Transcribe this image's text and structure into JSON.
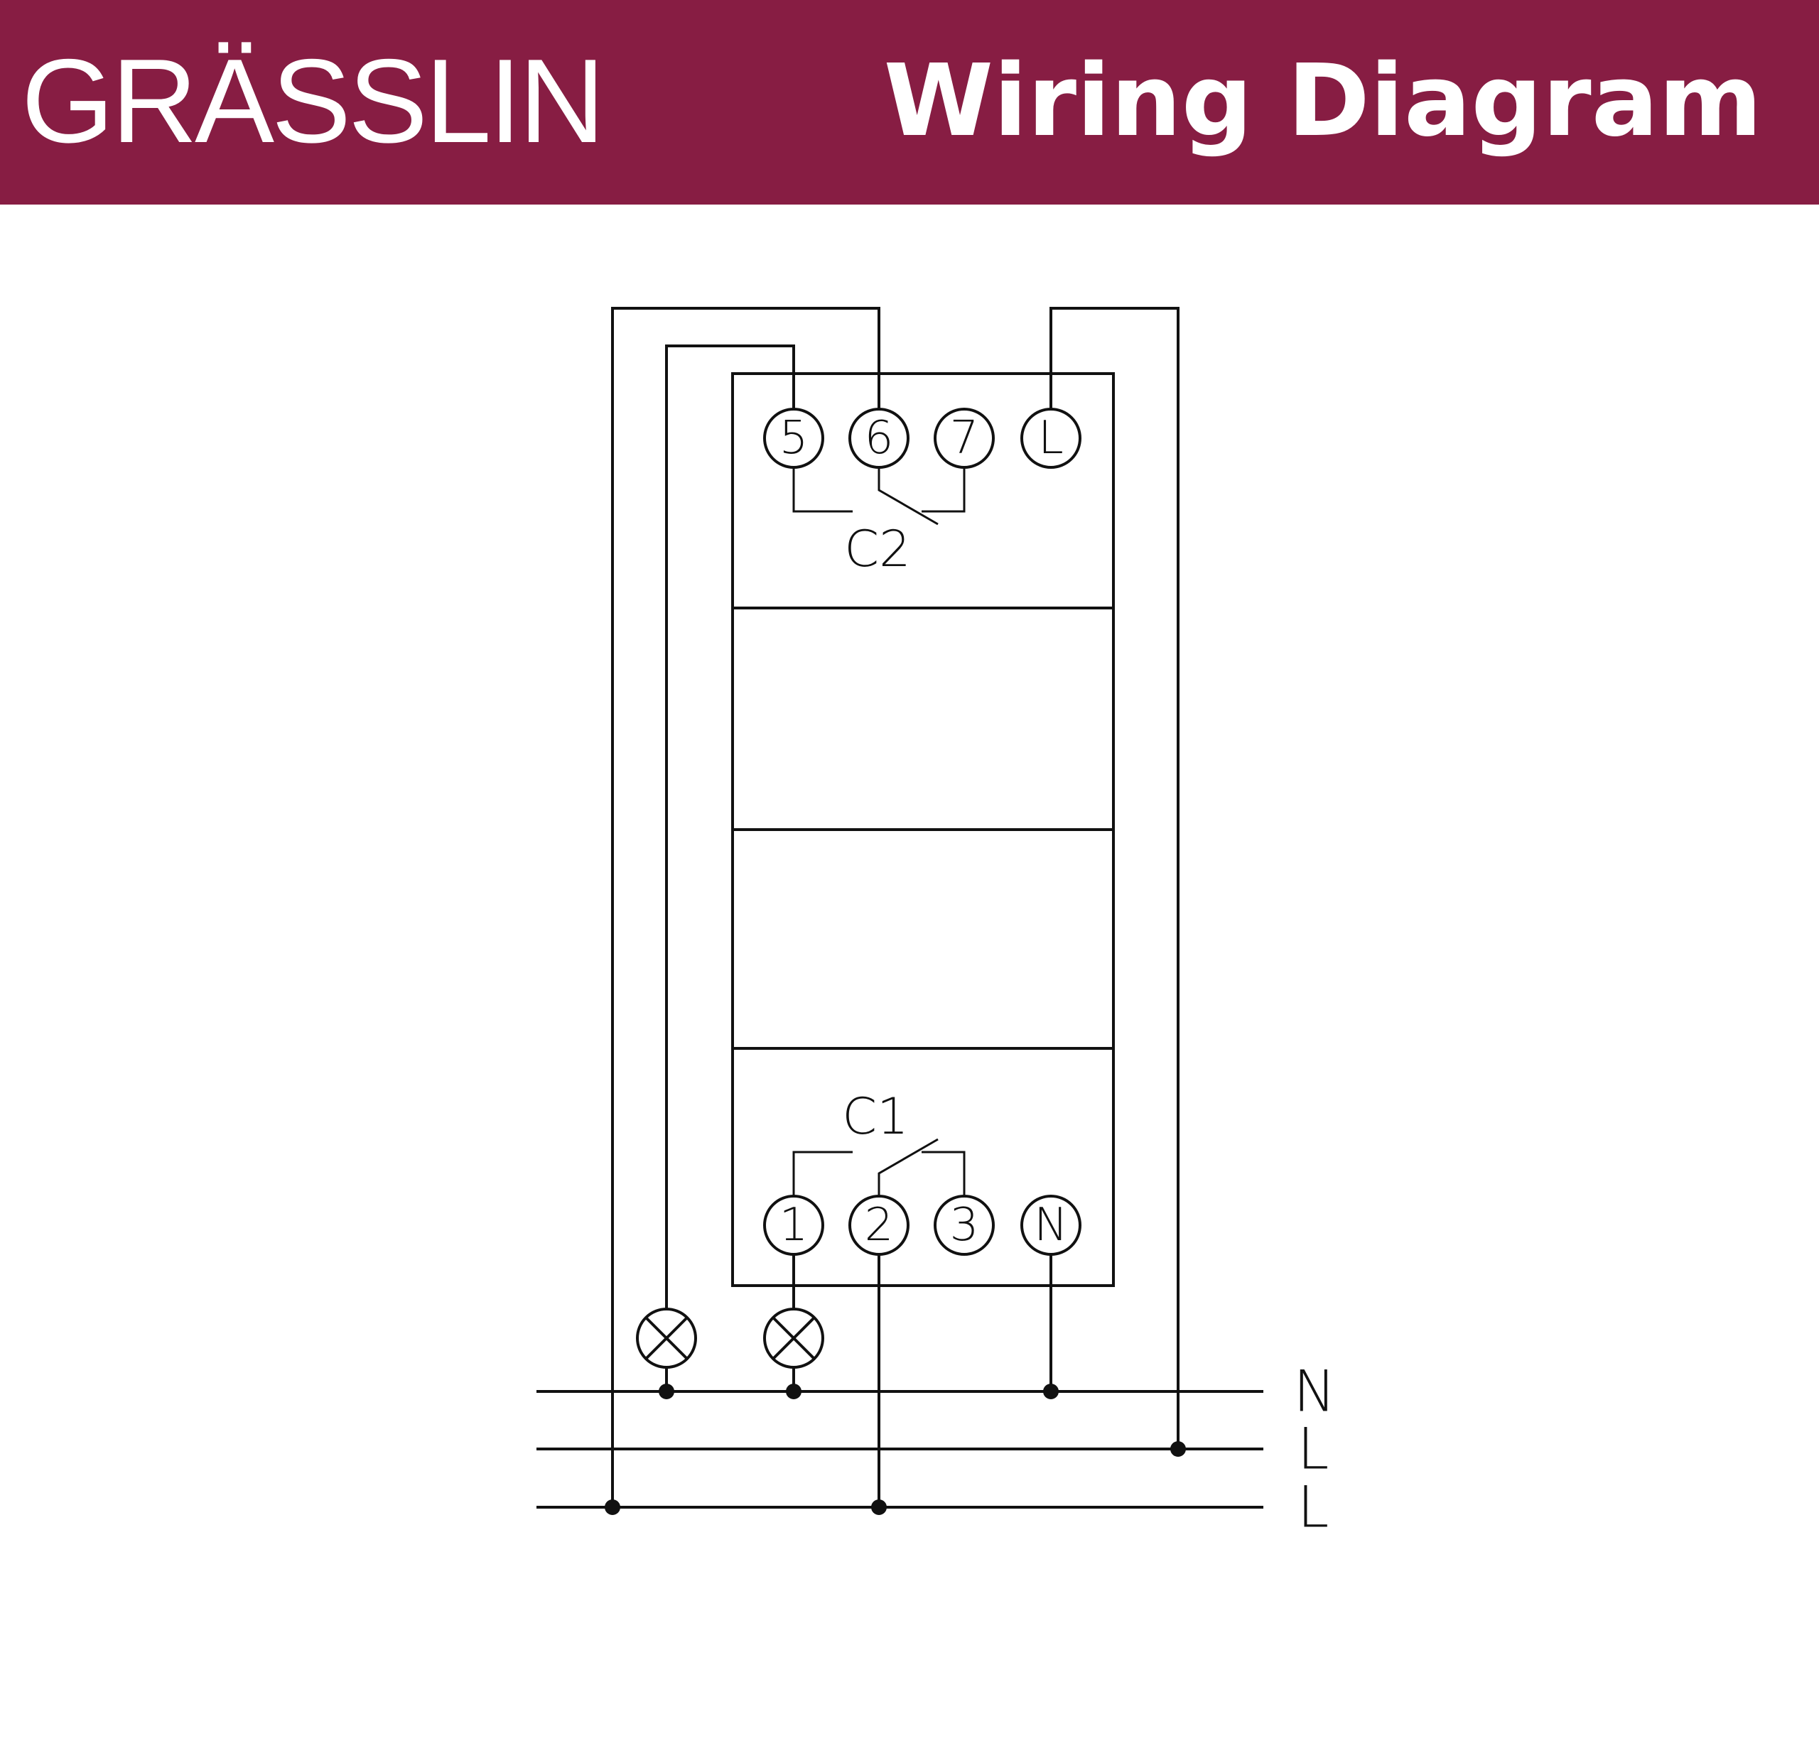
{
  "header": {
    "brand": "GRÄSSLIN",
    "title": "Wiring Diagram",
    "background_color": "#871d43",
    "text_color": "#ffffff"
  },
  "diagram": {
    "top_terminals": [
      "5",
      "6",
      "7",
      "L"
    ],
    "bottom_terminals": [
      "1",
      "2",
      "3",
      "N"
    ],
    "channel_top_label": "C2",
    "channel_bottom_label": "C1",
    "bus_labels": [
      "N",
      "L",
      "L"
    ],
    "line_color": "#111111"
  }
}
